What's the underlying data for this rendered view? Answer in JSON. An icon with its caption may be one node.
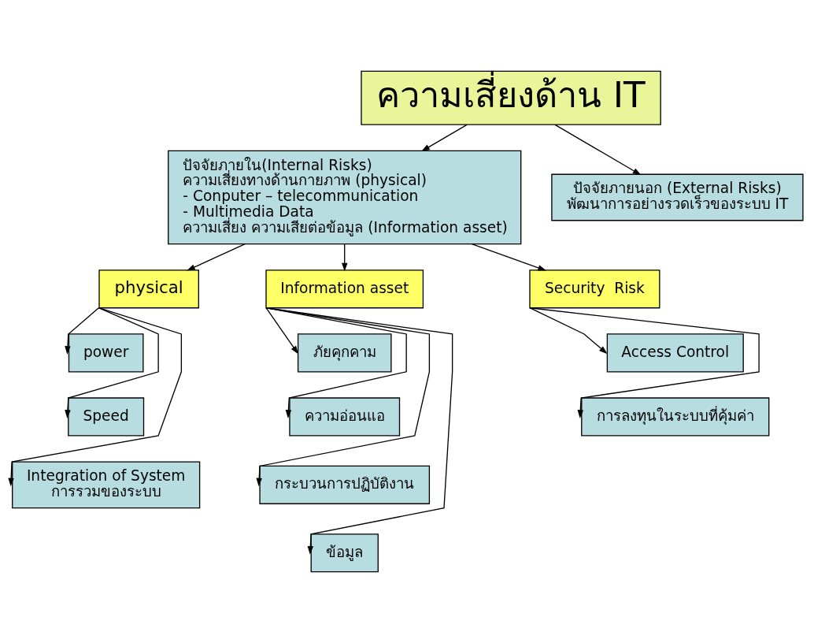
{
  "diagram": {
    "nodes": [
      {
        "text": [
          "ความเสี่ยงด้าน IT"
        ]
      },
      {
        "text": [
          "ปัจจัยภายใน(Internal Risks)",
          "ความเสี่ยงทางด้านกายภาพ (physical)",
          "- Conputer – telecommunication",
          "- Multimedia Data",
          "ความเสี่ยง ความเสียต่อข้อมูล (Information asset)"
        ]
      },
      {
        "text": [
          "ปัจจัยภายนอก (External Risks)",
          "พัฒนาการอย่างรวดเร็วของระบบ IT"
        ]
      },
      {
        "text": [
          "physical"
        ]
      },
      {
        "text": [
          "Information asset"
        ]
      },
      {
        "text": [
          "Security  Risk"
        ]
      },
      {
        "text": [
          "power"
        ]
      },
      {
        "text": [
          "Speed"
        ]
      },
      {
        "text": [
          "Integration of System",
          "การรวมของระบบ"
        ]
      },
      {
        "text": [
          "ภัยคุกคาม"
        ]
      },
      {
        "text": [
          "ความอ่อนแอ"
        ]
      },
      {
        "text": [
          "กระบวนการปฏิบัติงาน"
        ]
      },
      {
        "text": [
          "ข้อมูล"
        ]
      },
      {
        "text": [
          "Access Control"
        ]
      },
      {
        "text": [
          "การลงทุนในระบบที่คุ้มค่า"
        ]
      }
    ],
    "edges": [
      {
        "from": 0,
        "to": 1,
        "arrow": "to"
      },
      {
        "from": 0,
        "to": 2,
        "arrow": "to"
      },
      {
        "from": 1,
        "to": 3,
        "arrow": "to"
      },
      {
        "from": 1,
        "to": 4,
        "arrow": "to"
      },
      {
        "from": 1,
        "to": 5,
        "arrow": "to"
      },
      {
        "from": 3,
        "to": 6,
        "arrow": "to"
      },
      {
        "from": 3,
        "to": 7,
        "arrow": "to"
      },
      {
        "from": 3,
        "to": 8,
        "arrow": "to"
      },
      {
        "from": 4,
        "to": 9,
        "arrow": "to"
      },
      {
        "from": 4,
        "to": 10,
        "arrow": "to"
      },
      {
        "from": 4,
        "to": 11,
        "arrow": "to"
      },
      {
        "from": 4,
        "to": 12,
        "arrow": "to"
      },
      {
        "from": 5,
        "to": 13,
        "arrow": "to"
      },
      {
        "from": 5,
        "to": 14,
        "arrow": "to"
      }
    ]
  }
}
